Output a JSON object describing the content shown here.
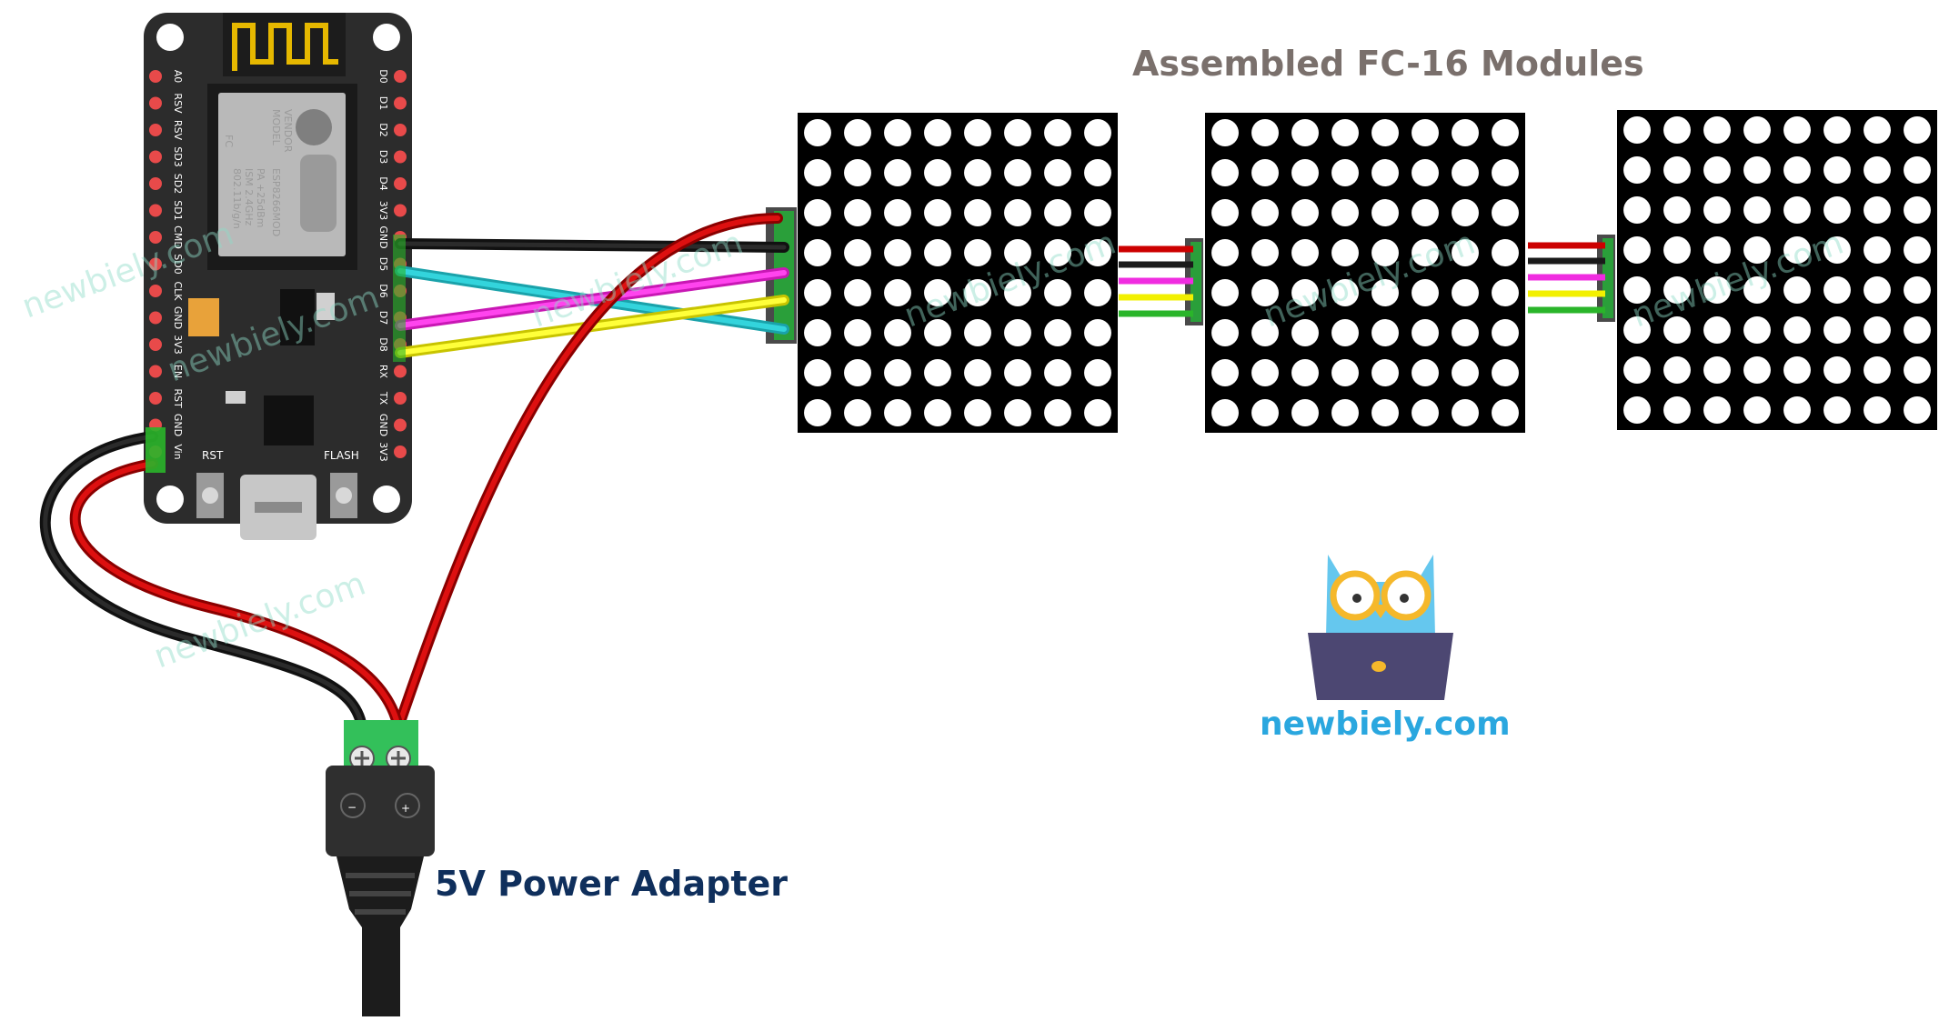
{
  "diagram": {
    "title": "Assembled FC-16 Modules",
    "power_label": "5V Power Adapter",
    "brand": "newbiely.com",
    "watermark": "newbiely.com",
    "board": {
      "left_pins": [
        "A0",
        "RSV",
        "RSV",
        "SD3",
        "SD2",
        "SD1",
        "CMD",
        "SD0",
        "CLK",
        "GND",
        "3V3",
        "EN",
        "RST",
        "GND",
        "Vin"
      ],
      "right_pins": [
        "D0",
        "D1",
        "D2",
        "D3",
        "D4",
        "3V3",
        "GND",
        "D5",
        "D6",
        "D7",
        "D8",
        "RX",
        "TX",
        "GND",
        "3V3"
      ],
      "rst_label": "RST",
      "flash_label": "FLASH",
      "module_text": [
        "MODEL",
        "VENDOR",
        "ESP8266MOD",
        "ISM 2.4GHz",
        "PA +25dBm",
        "802.11b/g/n"
      ],
      "fc_mark": "FC",
      "wifi_mark": "Wi Fi"
    },
    "adapter": {
      "minus": "−",
      "plus": "+"
    },
    "colors": {
      "wire_black": "#1a1a1a",
      "wire_red": "#cc0000",
      "wire_cyan": "#28c8d0",
      "wire_magenta": "#f02ce0",
      "wire_yellow": "#f2f000",
      "wire_green": "#2ab52a",
      "board": "#2c2c2c",
      "matrix": "#000000",
      "terminal": "#33c05a"
    }
  }
}
